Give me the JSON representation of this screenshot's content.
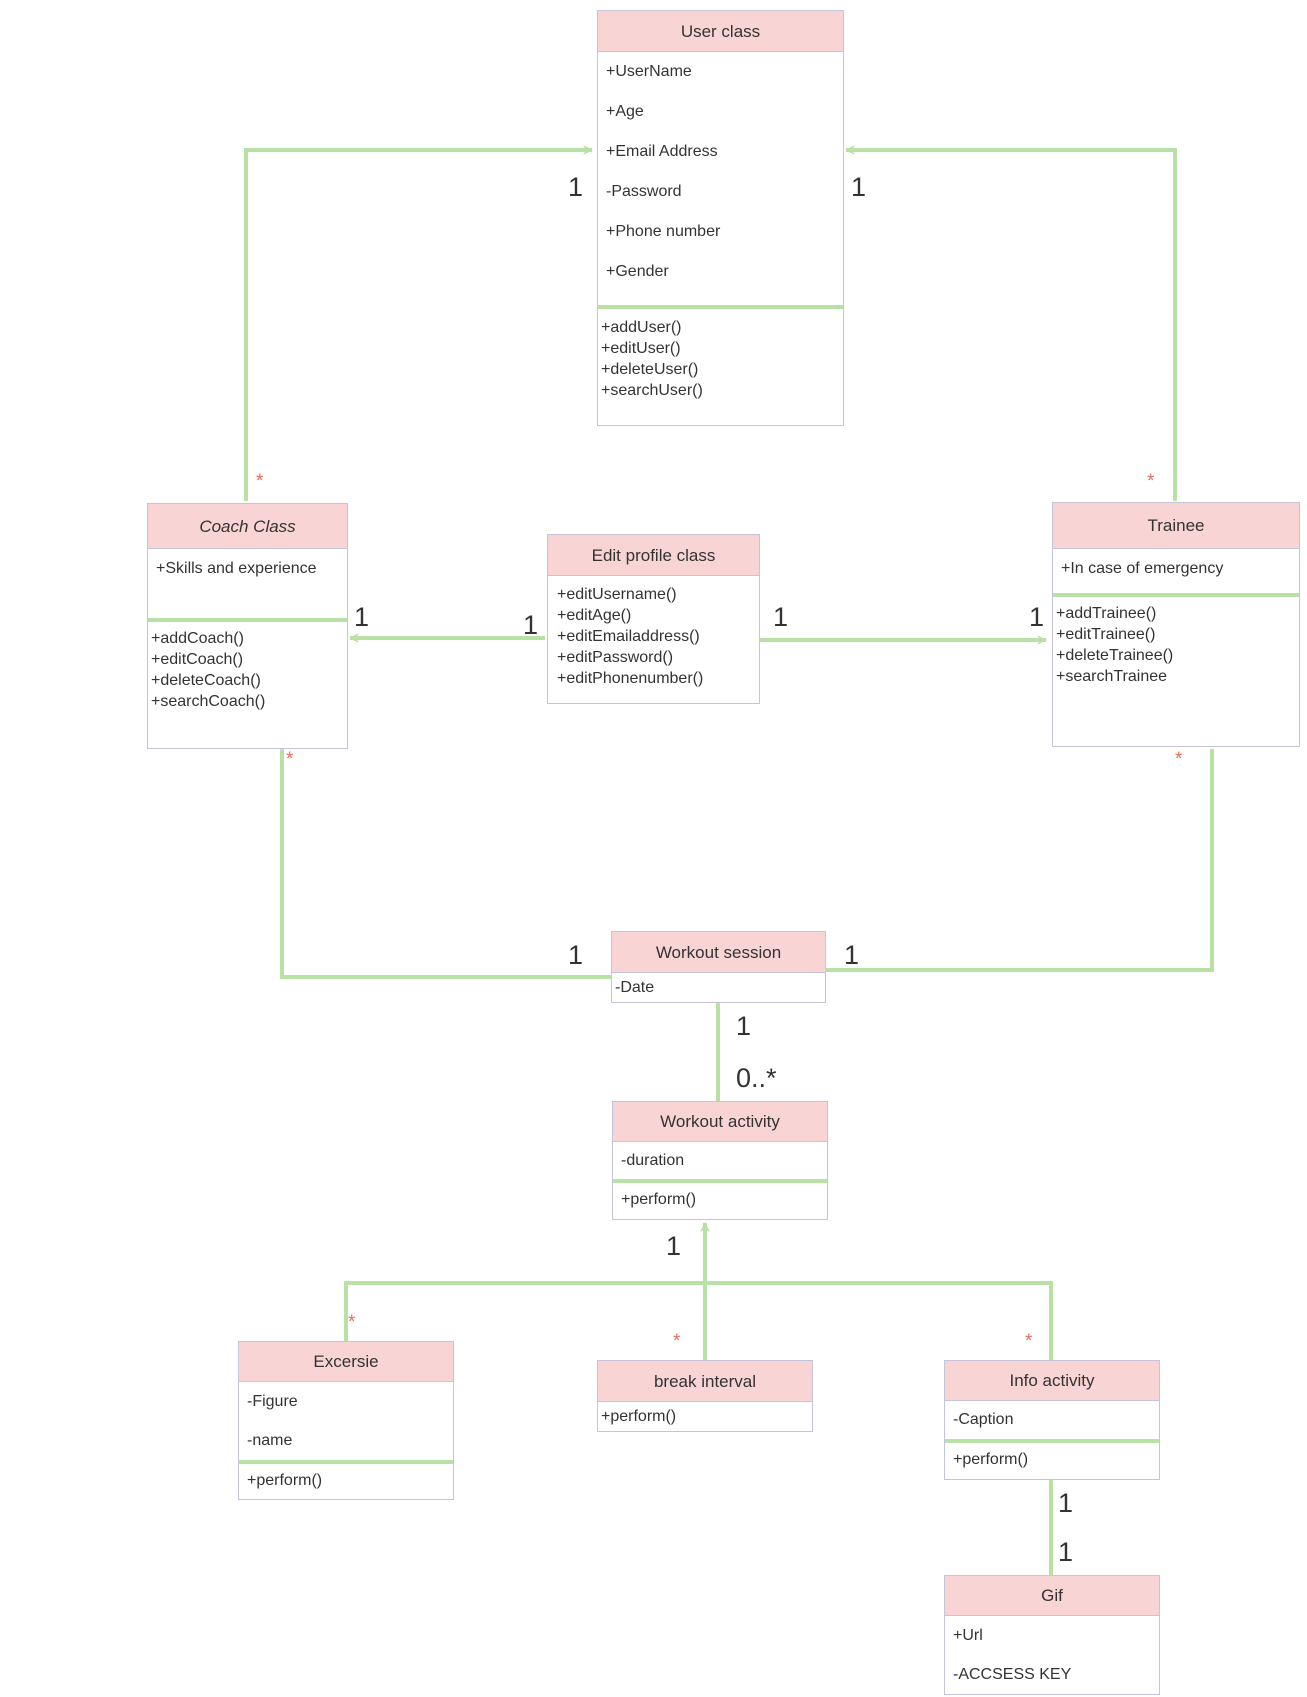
{
  "classes": {
    "user": {
      "title": "User class",
      "attributes": [
        "+UserName",
        "+Age",
        "+Email Address",
        "-Password",
        "+Phone number",
        "+Gender"
      ],
      "methods": [
        "+addUser()",
        "+editUser()",
        "+deleteUser()",
        "+searchUser()"
      ]
    },
    "coach": {
      "title": "Coach Class",
      "attributes": [
        "+Skills and experience"
      ],
      "methods": [
        "+addCoach()",
        "+editCoach()",
        "+deleteCoach()",
        "+searchCoach()"
      ]
    },
    "edit_profile": {
      "title": "Edit profile class",
      "methods": [
        "+editUsername()",
        "+editAge()",
        "+editEmailaddress()",
        "+editPassword()",
        "+editPhonenumber()"
      ]
    },
    "trainee": {
      "title": "Trainee",
      "attributes": [
        "+In case of emergency"
      ],
      "methods": [
        "+addTrainee()",
        "+editTrainee()",
        "+deleteTrainee()",
        "+searchTrainee"
      ]
    },
    "workout_session": {
      "title": "Workout session",
      "attributes": [
        "-Date"
      ]
    },
    "workout_activity": {
      "title": "Workout activity",
      "attributes": [
        "-duration"
      ],
      "methods": [
        "+perform()"
      ]
    },
    "excersie": {
      "title": "Excersie",
      "attributes": [
        "-Figure",
        "-name"
      ],
      "methods": [
        "+perform()"
      ]
    },
    "break_interval": {
      "title": "break interval",
      "methods": [
        "+perform()"
      ]
    },
    "info_activity": {
      "title": "Info activity",
      "attributes": [
        "-Caption"
      ],
      "methods": [
        "+perform()"
      ]
    },
    "gif": {
      "title": "Gif",
      "attributes": [
        "+Url",
        "-ACCSESS KEY"
      ]
    }
  },
  "multiplicities": {
    "coach_user_one": "1",
    "trainee_user_one": "1",
    "coach_user_many": "*",
    "trainee_user_many": "*",
    "edit_coach_coach": "1",
    "edit_coach_edit": "1",
    "edit_trainee_edit": "1",
    "edit_trainee_trainee": "1",
    "coach_session_many": "*",
    "trainee_session_many": "*",
    "session_coach_one": "1",
    "session_trainee_one": "1",
    "session_activity_one": "1",
    "session_activity_many": "0..*",
    "activity_children_one": "1",
    "excersie_many": "*",
    "break_many": "*",
    "info_many": "*",
    "info_gif_one_a": "1",
    "info_gif_one_b": "1"
  },
  "colors": {
    "connector": "#b9e0a5",
    "header_fill": "#f8d4d4",
    "border": "#c4c4dc",
    "multiplicity_star": "#f06b5b"
  }
}
